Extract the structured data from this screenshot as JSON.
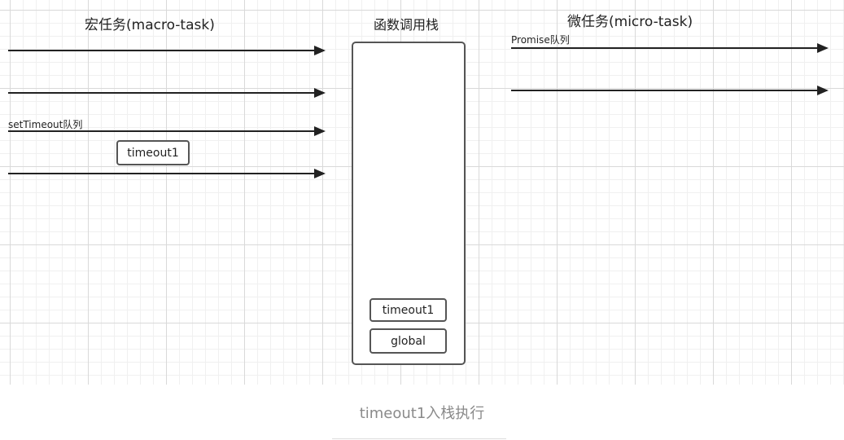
{
  "diagram": {
    "macro_title": "宏任务(macro-task)",
    "stack_title": "函数调用栈",
    "micro_title": "微任务(micro-task)",
    "settimeout_queue_label": "setTimeout队列",
    "promise_queue_label": "Promise队列",
    "queued_task": "timeout1",
    "stack_frames": [
      "timeout1",
      "global"
    ]
  },
  "caption": "timeout1入栈执行"
}
